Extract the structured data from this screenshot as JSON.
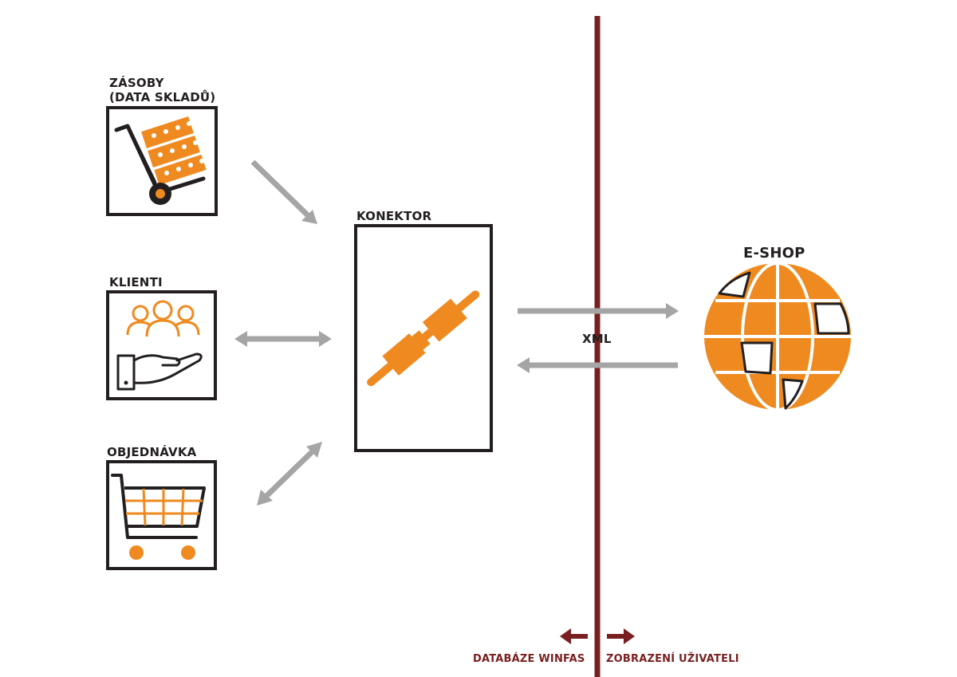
{
  "nodes": {
    "stock": {
      "label_line1": "ZÁSOBY",
      "label_line2": "(DATA SKLADŮ)",
      "icon": "hand-truck-icon"
    },
    "clients": {
      "label": "KLIENTI",
      "icon": "clients-hand-icon"
    },
    "order": {
      "label": "OBJEDNÁVKA",
      "icon": "shopping-cart-icon"
    },
    "connector": {
      "label": "KONEKTOR",
      "icon": "plug-connector-icon"
    },
    "eshop": {
      "label": "E-SHOP",
      "icon": "globe-icon"
    }
  },
  "links": {
    "xml_label": "XML"
  },
  "boundary": {
    "left_label": "DATABÁZE WINFAS",
    "right_label": "ZOBRAZENÍ UŽIVATELI"
  },
  "colors": {
    "orange": "#ee8a1f",
    "gray": "#a5a5a5",
    "dark": "#231f20",
    "maroon": "#7a1f1f"
  }
}
